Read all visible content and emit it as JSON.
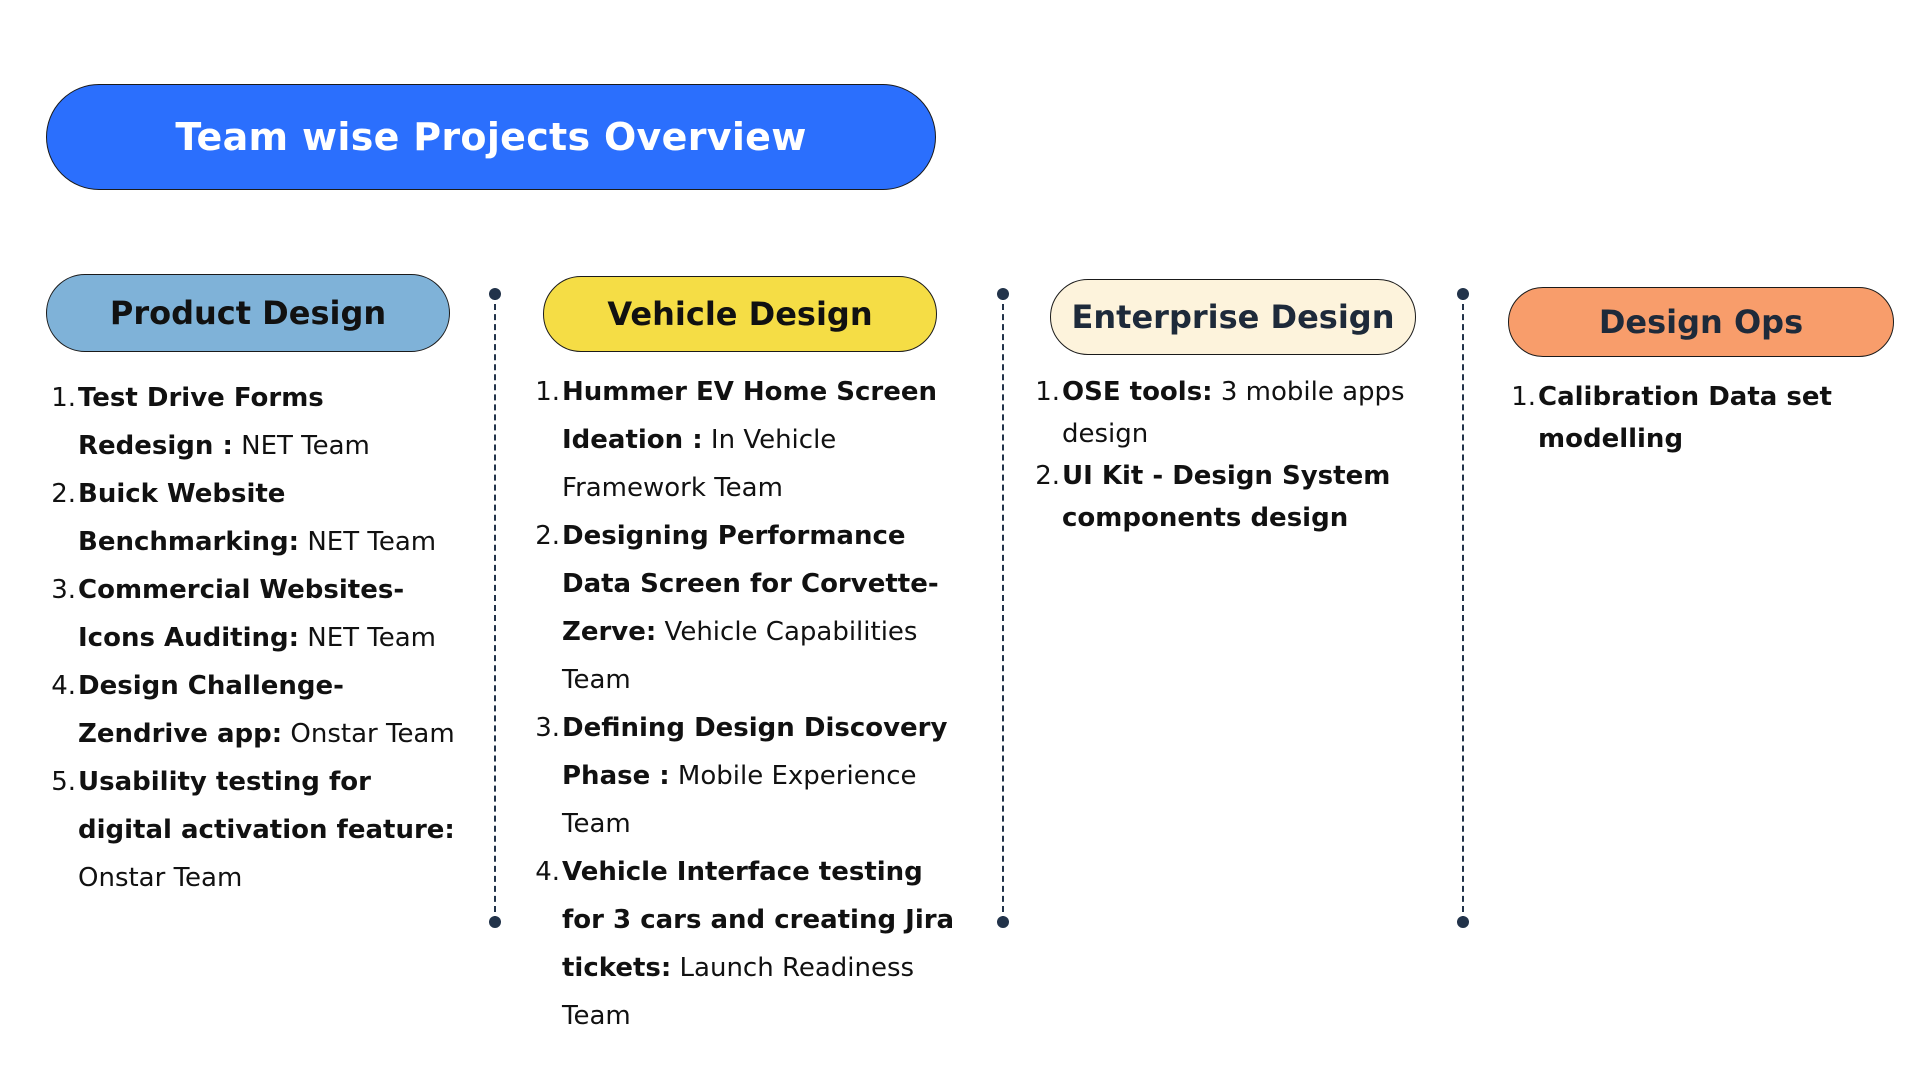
{
  "title": "Team wise Projects Overview",
  "colors": {
    "title_bg": "#2b6ffd",
    "product_bg": "#7fb2d8",
    "vehicle_bg": "#f5dd45",
    "enterprise_bg": "#fdf3dc",
    "ops_bg": "#f89d6b",
    "divider": "#22334a"
  },
  "columns": [
    {
      "header": "Product Design",
      "items": [
        {
          "num": "1.",
          "bold": "Test Drive Forms Redesign :",
          "rest": " NET Team"
        },
        {
          "num": "2.",
          "bold": "Buick Website Benchmarking:",
          "rest": " NET Team"
        },
        {
          "num": "3.",
          "bold": "Commercial Websites- Icons Auditing:",
          "rest": " NET Team"
        },
        {
          "num": "4.",
          "bold": "Design Challenge-Zendrive app:",
          "rest": " Onstar Team"
        },
        {
          "num": "5.",
          "bold": "Usability testing for digital activation feature:",
          "rest": " Onstar Team"
        }
      ]
    },
    {
      "header": "Vehicle Design",
      "items": [
        {
          "num": "1.",
          "bold": "Hummer EV Home Screen Ideation :",
          "rest": " In Vehicle Framework Team"
        },
        {
          "num": "2.",
          "bold": "Designing Performance Data Screen for Corvette-Zerve:",
          "rest": " Vehicle Capabilities Team"
        },
        {
          "num": "3.",
          "bold": "Defining Design Discovery Phase :",
          "rest": " Mobile Experience Team"
        },
        {
          "num": "4.",
          "bold": "Vehicle Interface testing for 3 cars and creating Jira tickets:",
          "rest": " Launch Readiness Team"
        }
      ]
    },
    {
      "header": "Enterprise Design",
      "items": [
        {
          "num": "1.",
          "bold": "OSE tools:",
          "rest": " 3 mobile apps design"
        },
        {
          "num": "2.",
          "bold": "UI Kit - Design System components design",
          "rest": ""
        }
      ]
    },
    {
      "header": "Design Ops",
      "items": [
        {
          "num": "1.",
          "bold": "Calibration Data set modelling",
          "rest": ""
        }
      ]
    }
  ]
}
